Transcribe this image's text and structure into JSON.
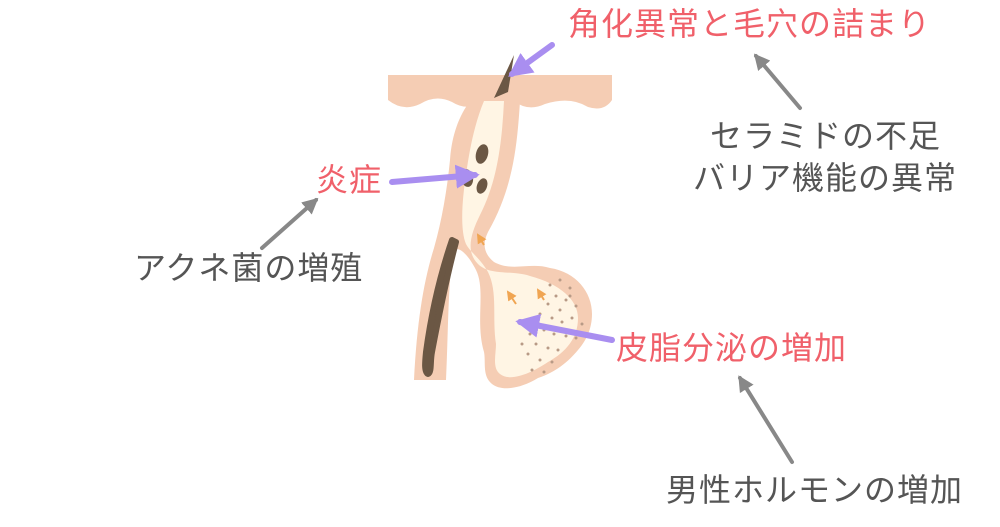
{
  "labels": {
    "keratinization": "角化異常と毛穴の詰まり",
    "inflammation": "炎症",
    "ceramide_line1": "セラミドの不足",
    "ceramide_line2": "バリア機能の異常",
    "acne_bacteria": "アクネ菌の増殖",
    "sebum": "皮脂分泌の増加",
    "hormone": "男性ホルモンの増加"
  },
  "colors": {
    "emphasis_text": "#f0606a",
    "normal_text": "#555555",
    "purple_arrow": "#a98ef0",
    "gray_arrow": "#888888",
    "skin": "#f5cdb4",
    "follicle_inner": "#fff5e4",
    "hair": "#6b5744",
    "dots": "#b89a86",
    "small_arrows": "#f0a552"
  }
}
